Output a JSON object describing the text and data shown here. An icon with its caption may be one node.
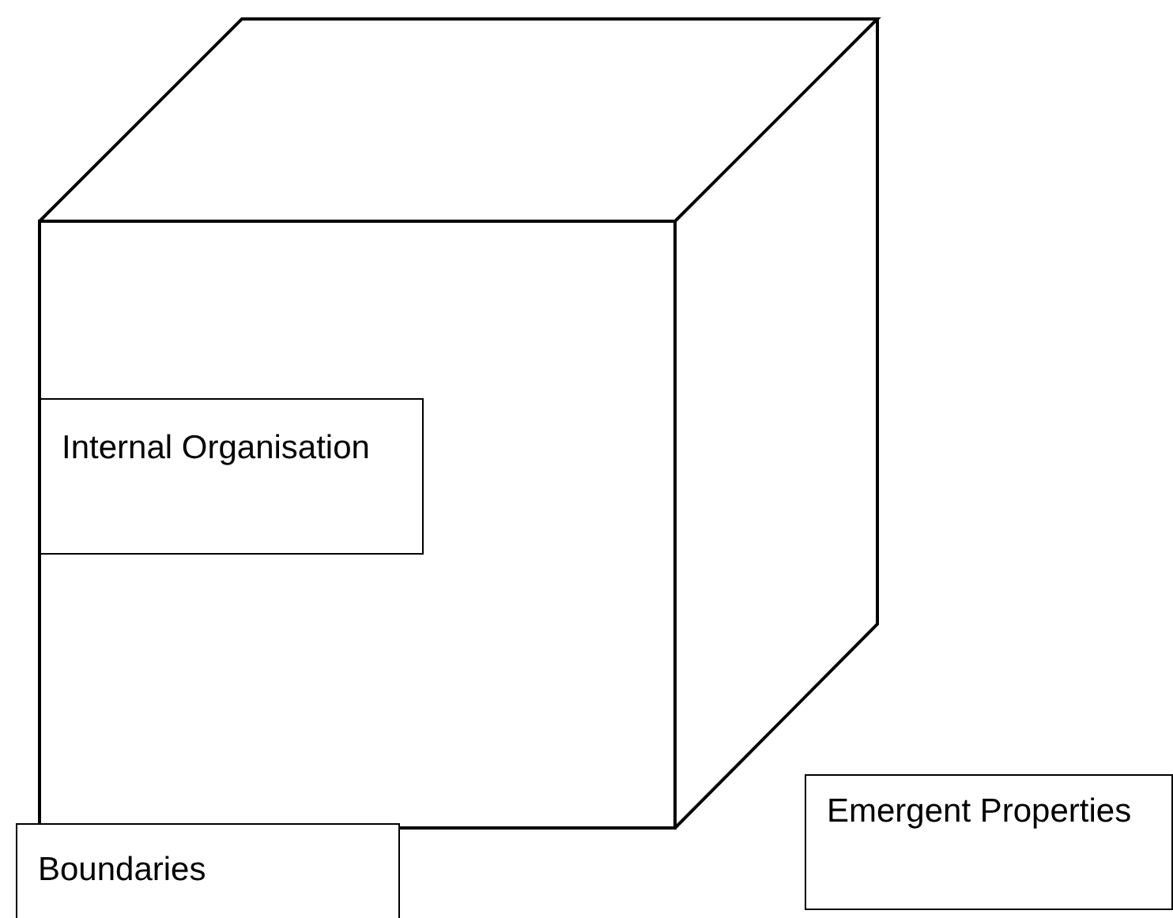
{
  "diagram": {
    "nodes": [
      {
        "text": [
          "Internal Organisation"
        ]
      },
      {
        "text": [
          "Emergent Properties"
        ]
      },
      {
        "text": [
          "Boundaries"
        ]
      }
    ]
  }
}
